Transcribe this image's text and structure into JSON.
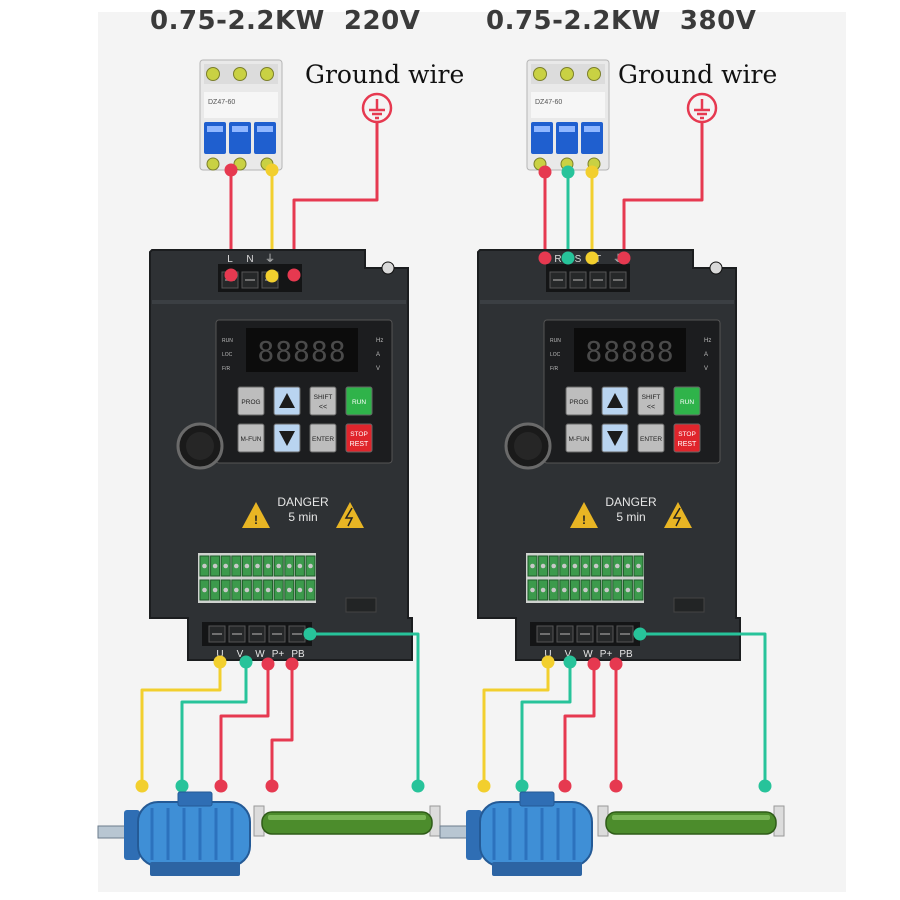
{
  "units": [
    {
      "title": "0.75-2.2KW  220V",
      "ground_label": "Ground wire",
      "input_terminals": [
        "L",
        "N",
        "⏚"
      ],
      "breaker_label": "DZ47-60",
      "display": "88888",
      "status_labels": [
        "RUN",
        "LOC",
        "F/R"
      ],
      "unit_labels": [
        "Hz",
        "A",
        "V"
      ],
      "keys": {
        "prog": "PROG",
        "shift": "SHIFT",
        "shift_sub": "<<",
        "run": "RUN",
        "mfun": "M-FUN",
        "enter": "ENTER",
        "stop": "STOP",
        "stop_sub": "REST"
      },
      "warning": "DANGER",
      "warning_sub": "5 min",
      "output_terminals": [
        "U",
        "V",
        "W",
        "P+",
        "PB"
      ]
    },
    {
      "title": "0.75-2.2KW  380V",
      "ground_label": "Ground wire",
      "input_terminals": [
        "R",
        "S",
        "T",
        "⏚"
      ],
      "breaker_label": "DZ47-60",
      "display": "88888",
      "status_labels": [
        "RUN",
        "LOC",
        "F/R"
      ],
      "unit_labels": [
        "Hz",
        "A",
        "V"
      ],
      "keys": {
        "prog": "PROG",
        "shift": "SHIFT",
        "shift_sub": "<<",
        "run": "RUN",
        "mfun": "M-FUN",
        "enter": "ENTER",
        "stop": "STOP",
        "stop_sub": "REST"
      },
      "warning": "DANGER",
      "warning_sub": "5 min",
      "output_terminals": [
        "U",
        "V",
        "W",
        "P+",
        "PB"
      ]
    }
  ],
  "colors": {
    "red_wire": "#e63950",
    "yellow_wire": "#f2cf2e",
    "teal_wire": "#27c39a",
    "vfd_body": "#2e3134",
    "motor": "#3f8fd6",
    "resistor": "#4c8c2c"
  }
}
